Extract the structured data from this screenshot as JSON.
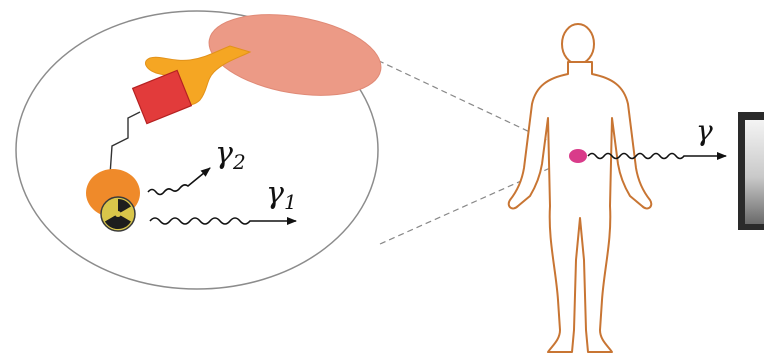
{
  "labels": {
    "gamma2": {
      "main": "γ",
      "sub": "2"
    },
    "gamma1": {
      "main": "γ",
      "sub": "1"
    },
    "gamma": {
      "main": "γ"
    }
  },
  "colors": {
    "cell_outline": "#8c8c8c",
    "membrane": "#ec9a86",
    "receptor": "#f5a623",
    "drug_box": "#e23b3b",
    "nucleus": "#ef8a2a",
    "radionuclide_core": "#d9c64a",
    "body_outline": "#c87533",
    "tumor": "#d93b8a",
    "wave": "#111111",
    "detector_frame": "#222222"
  },
  "icons": {
    "radionuclide": "radiation-trefoil-icon",
    "human_body": "human-figure-icon",
    "detector": "gamma-detector-icon"
  }
}
